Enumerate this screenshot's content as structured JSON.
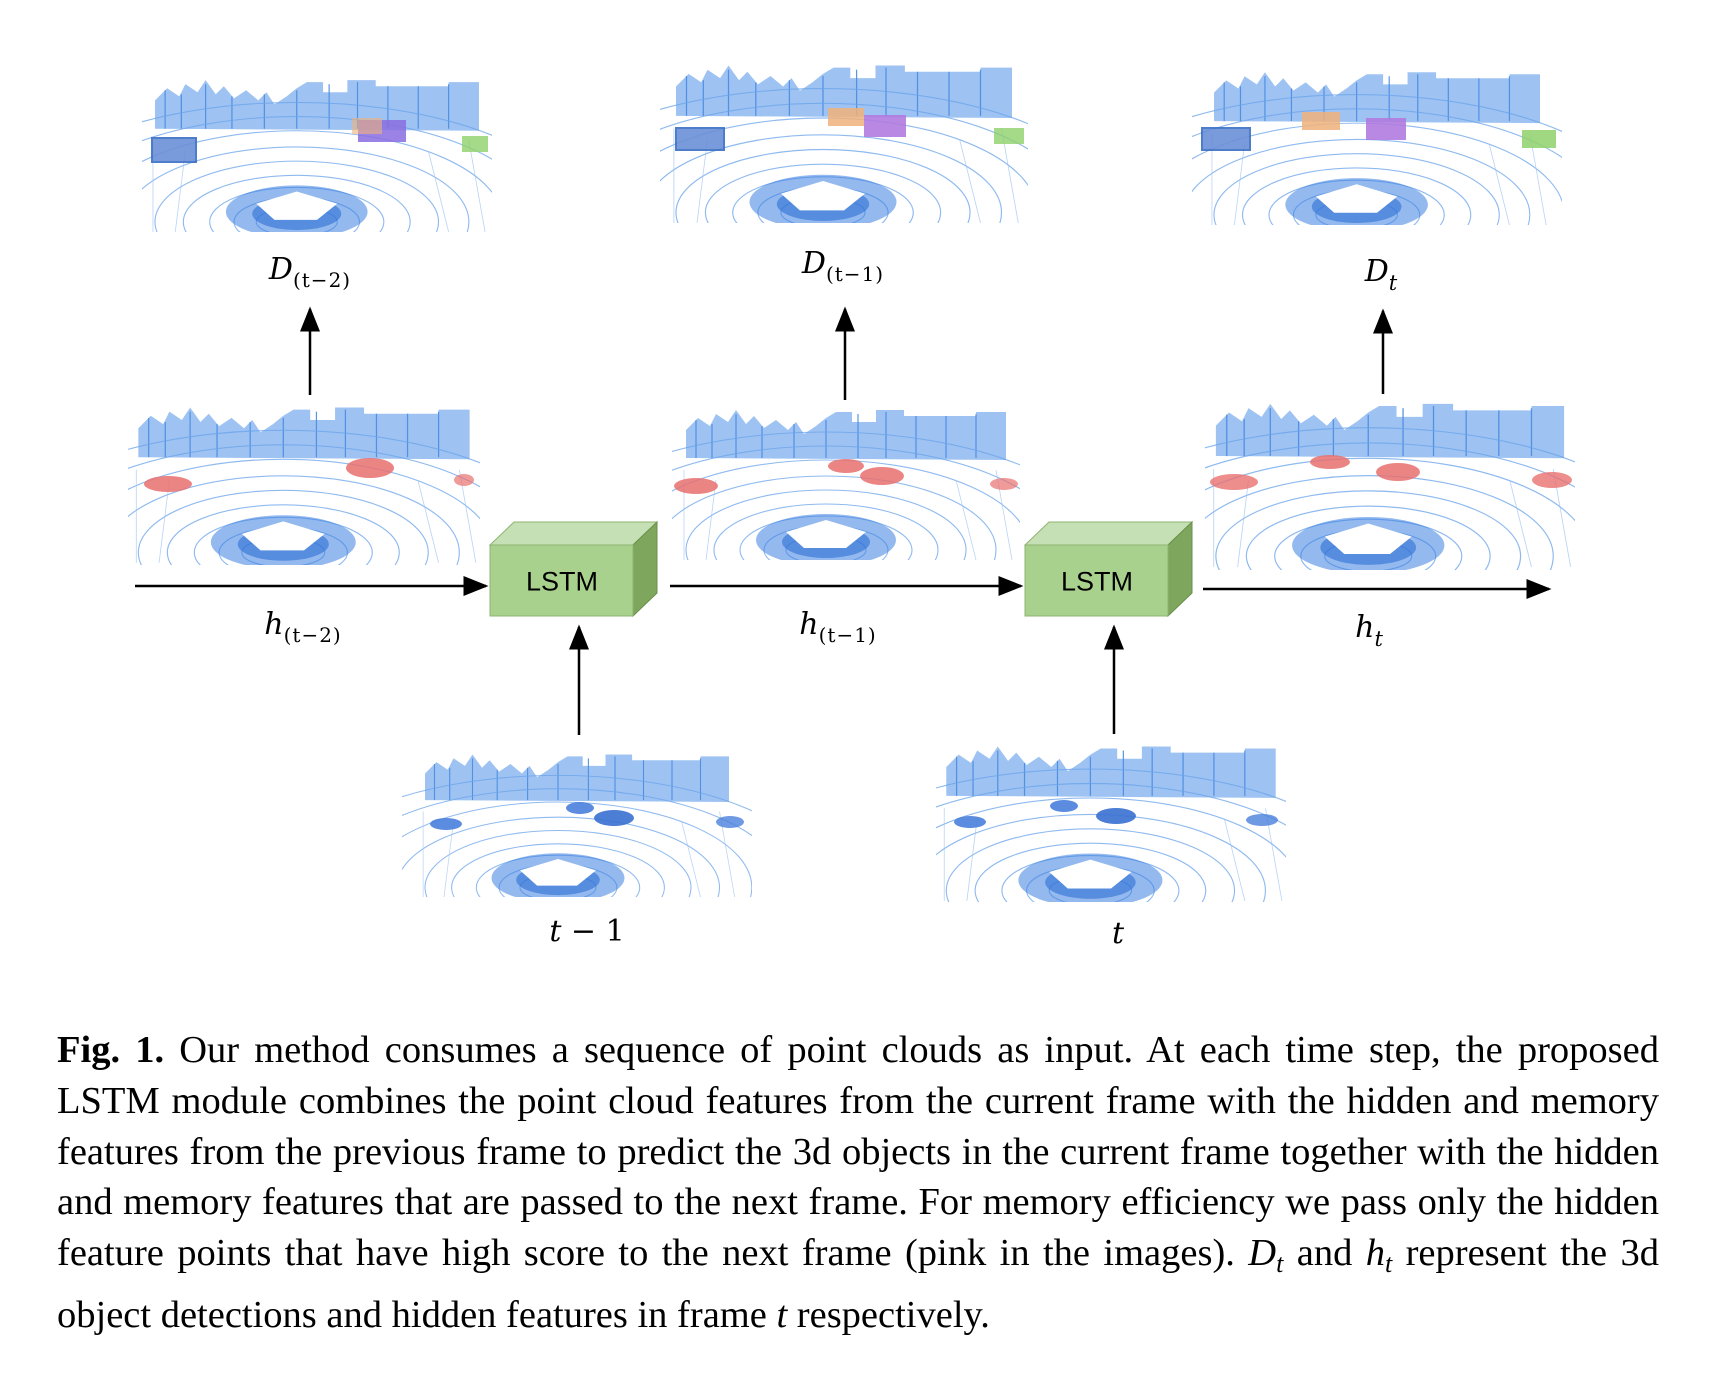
{
  "figure": {
    "detections": [
      {
        "id": "D2",
        "base": "D",
        "sub": "(t−2)"
      },
      {
        "id": "D1",
        "base": "D",
        "sub": "(t−1)"
      },
      {
        "id": "D0",
        "base": "D",
        "sub": "t"
      }
    ],
    "hidden": [
      {
        "id": "h2",
        "base": "h",
        "sub": "(t−2)"
      },
      {
        "id": "h1",
        "base": "h",
        "sub": "(t−1)"
      },
      {
        "id": "h0",
        "base": "h",
        "sub": "t"
      }
    ],
    "lstm_label": "LSTM",
    "inputs": [
      {
        "label_var": "t",
        "label_rest": " − 1"
      },
      {
        "label_var": "t",
        "label_rest": ""
      }
    ],
    "colors": {
      "point_cloud": "#5b9ae8",
      "hidden_highlight": "#e8706f",
      "lstm_front": "#a9d18e",
      "lstm_side": "#7ea65c",
      "lstm_top": "#c5e0b4",
      "box_purple": "#8a6de0",
      "box_orange": "#f0b27a",
      "box_green": "#8fd16b"
    },
    "icons": [
      "point-cloud-scene-image",
      "lstm-cube-shape",
      "arrow"
    ]
  },
  "caption": {
    "fig_label": "Fig. 1.",
    "text_1": " Our method consumes a sequence of point clouds as input. At each time step, the proposed LSTM module combines the point cloud features from the current frame with the hidden and memory features from the previous frame to predict the 3d objects in the current frame together with the hidden and memory features that are passed to the next frame. For memory efficiency we pass only the hidden feature points that have high score to the next frame (pink in the images). ",
    "var_D": "D",
    "var_D_sub": "t",
    "and_text": " and ",
    "var_h": "h",
    "var_h_sub": "t",
    "text_2": " represent the 3d object detections and hidden features in frame ",
    "var_t": "t",
    "text_3": " respectively."
  }
}
